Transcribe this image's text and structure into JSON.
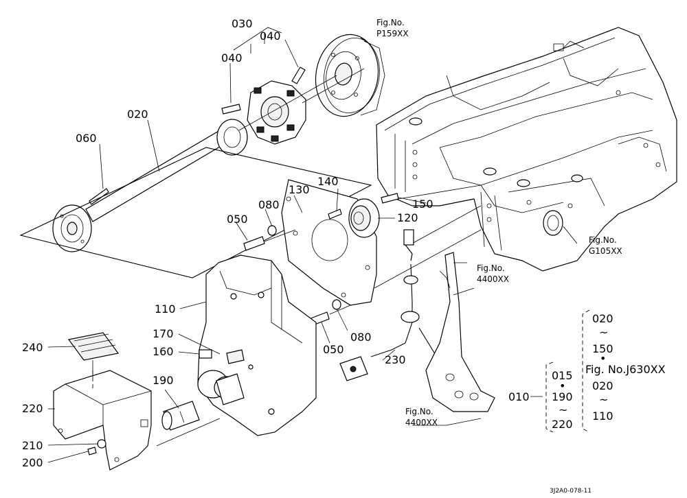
{
  "callouts": {
    "p030": "030",
    "p040a": "040",
    "p040b": "040",
    "p020": "020",
    "p060": "060",
    "p130": "130",
    "p140": "140",
    "p150": "150",
    "p120": "120",
    "p080a": "080",
    "p050a": "050",
    "p110": "110",
    "p080b": "080",
    "p050b": "050",
    "p170": "170",
    "p160": "160",
    "p190": "190",
    "p230": "230",
    "p240": "240",
    "p220": "220",
    "p210": "210",
    "p200": "200"
  },
  "fig_refs": {
    "p159_label": "Fig.No.",
    "p159_code": "P159XX",
    "g105_label": "Fig.No.",
    "g105_code": "G105XX",
    "r4400a_label": "Fig.No.",
    "r4400a_code": "4400XX",
    "r4400b_label": "Fig.No.",
    "r4400b_code": "4400XX"
  },
  "assembly_key": {
    "k010": "010",
    "k015": "015",
    "k190": "190",
    "k220": "220",
    "tilde1": "~",
    "k020a": "020",
    "tilde2": "~",
    "k150": "150",
    "dot": "•",
    "fig_j630": "Fig. No.J630XX",
    "k020b": "020",
    "tilde3": "~",
    "k110": "110",
    "tilde_left": "~"
  },
  "drawing_code": "3J2A0-078-11"
}
